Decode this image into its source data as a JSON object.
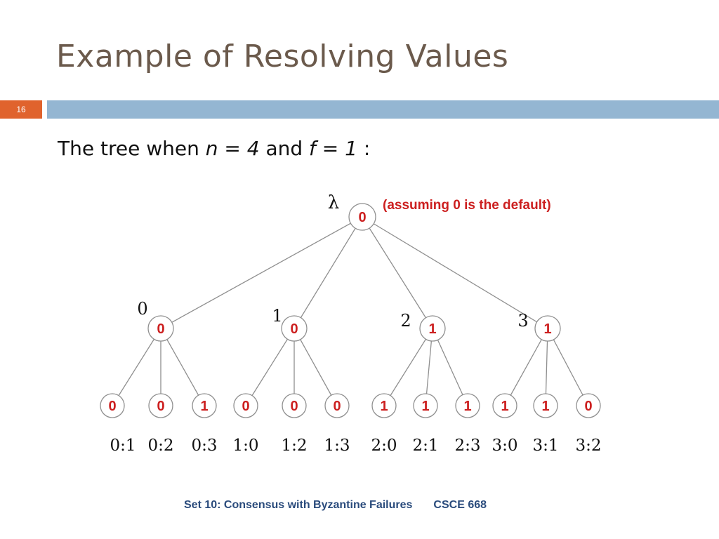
{
  "slide": {
    "title": "Example of Resolving Values",
    "page_number": "16",
    "subtitle_pre": "The tree when ",
    "var_n": "n",
    "eq_n": " = 4",
    "mid": " and ",
    "var_f": "f",
    "eq_f": " = 1",
    "colon": " :",
    "annotation": "(assuming 0 is the default)",
    "footer_left": "Set 10: Consensus with Byzantine Failures",
    "footer_right": "CSCE 668"
  },
  "colors": {
    "accent": "#e0632d",
    "bar": "#94b6d2",
    "value": "#cc1f1f",
    "footer": "#2a4b7c"
  },
  "tree": {
    "root": {
      "label": "λ",
      "value": "0"
    },
    "children": [
      {
        "label": "0",
        "value": "0",
        "leaves": [
          {
            "label": "0:1",
            "value": "0"
          },
          {
            "label": "0:2",
            "value": "0"
          },
          {
            "label": "0:3",
            "value": "1"
          }
        ]
      },
      {
        "label": "1",
        "value": "0",
        "leaves": [
          {
            "label": "1:0",
            "value": "0"
          },
          {
            "label": "1:2",
            "value": "0"
          },
          {
            "label": "1:3",
            "value": "0"
          }
        ]
      },
      {
        "label": "2",
        "value": "1",
        "leaves": [
          {
            "label": "2:0",
            "value": "1"
          },
          {
            "label": "2:1",
            "value": "1"
          },
          {
            "label": "2:3",
            "value": "1"
          }
        ]
      },
      {
        "label": "3",
        "value": "1",
        "leaves": [
          {
            "label": "3:0",
            "value": "1"
          },
          {
            "label": "3:1",
            "value": "1"
          },
          {
            "label": "3:2",
            "value": "0"
          }
        ]
      }
    ]
  }
}
